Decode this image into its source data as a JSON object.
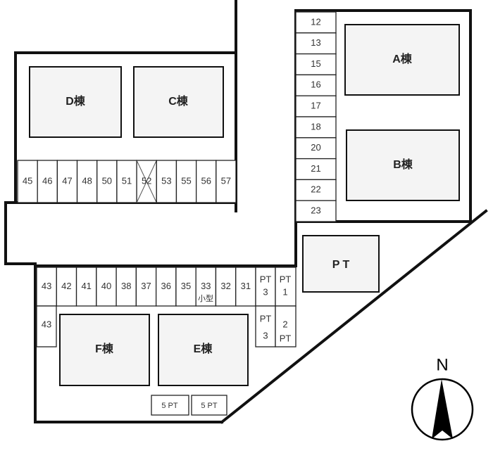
{
  "buildings": {
    "a": "A棟",
    "b": "B棟",
    "c": "C棟",
    "d": "D棟",
    "e": "E棟",
    "f": "F棟",
    "pt": "P T"
  },
  "top_row": [
    "45",
    "46",
    "47",
    "48",
    "50",
    "51",
    "52",
    "53",
    "55",
    "56",
    "57"
  ],
  "crossed_space": "52",
  "right_column": [
    "12",
    "13",
    "15",
    "16",
    "17",
    "18",
    "20",
    "21",
    "22",
    "23"
  ],
  "bottom_row": [
    "43",
    "42",
    "41",
    "40",
    "38",
    "37",
    "36",
    "35",
    "33",
    "32",
    "31"
  ],
  "bottom_row_note": "小型",
  "pt_spaces": {
    "pt3_top": [
      "PT",
      "3"
    ],
    "pt1": [
      "PT",
      "1"
    ],
    "pt3_bottom": [
      "PT",
      "3"
    ],
    "pt2": [
      "2",
      "PT"
    ],
    "left_43": "43"
  },
  "bottom_pt": [
    "5 PT",
    "5 PT"
  ],
  "compass": {
    "label": "N"
  }
}
